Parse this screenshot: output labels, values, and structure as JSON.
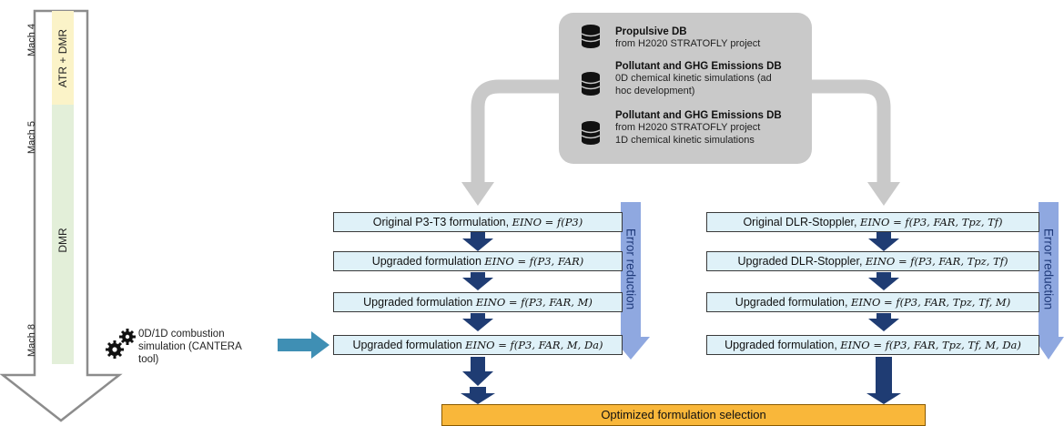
{
  "mach_axis": {
    "labels": [
      "Mach 4",
      "Mach 5",
      "Mach 8"
    ],
    "segments": [
      {
        "label": "ATR + DMR",
        "color": "#fbf3c8"
      },
      {
        "label": "DMR",
        "color": "#e3efd9"
      }
    ]
  },
  "databases": [
    {
      "title": "Propulsive DB",
      "lines": [
        "from H2020 STRATOFLY project"
      ],
      "icon": "database-icon"
    },
    {
      "title": "Pollutant and GHG Emissions DB",
      "lines": [
        "0D chemical kinetic simulations (ad",
        "hoc development)"
      ],
      "icon": "database-icon"
    },
    {
      "title": "Pollutant and GHG Emissions DB",
      "lines": [
        "from H2020 STRATOFLY project",
        "1D chemical kinetic simulations"
      ],
      "icon": "database-icon"
    }
  ],
  "left_column": {
    "boxes": [
      {
        "text": "Original P3-T3 formulation, ",
        "formula": "EINO = f(P3)"
      },
      {
        "text": "Upgraded formulation ",
        "formula": "EINO = f(P3, FAR)"
      },
      {
        "text": "Upgraded formulation ",
        "formula": "EINO = f(P3, FAR, M)"
      },
      {
        "text": "Upgraded formulation ",
        "formula": "EINO = f(P3, FAR, M, Da)"
      }
    ],
    "error_label": "Error reduction"
  },
  "right_column": {
    "boxes": [
      {
        "text": "Original DLR-Stoppler, ",
        "formula": "EINO = f(P3, FAR, Tpz, Tf)"
      },
      {
        "text": "Upgraded DLR-Stoppler, ",
        "formula": "EINO = f(P3, FAR, Tpz, Tf)"
      },
      {
        "text": "Upgraded formulation, ",
        "formula": "EINO = f(P3, FAR, Tpz, Tf, M)"
      },
      {
        "text": "Upgraded formulation, ",
        "formula": "EINO = f(P3, FAR, Tpz, Tf, M, Da)"
      }
    ],
    "error_label": "Error reduction"
  },
  "combustion_tool": {
    "lines": [
      "0D/1D combustion",
      "simulation (CANTERA",
      "tool)"
    ],
    "icon": "gears-icon"
  },
  "output": {
    "label": "Optimized formulation selection"
  },
  "colors": {
    "box_fill": "#dff1f8",
    "flow_arrow": "#1f3c73",
    "error_arrow": "#8fa8e0",
    "db_panel": "#c9c9c9",
    "input_arrow": "#3f8fb4",
    "output_fill": "#f9b73a"
  }
}
